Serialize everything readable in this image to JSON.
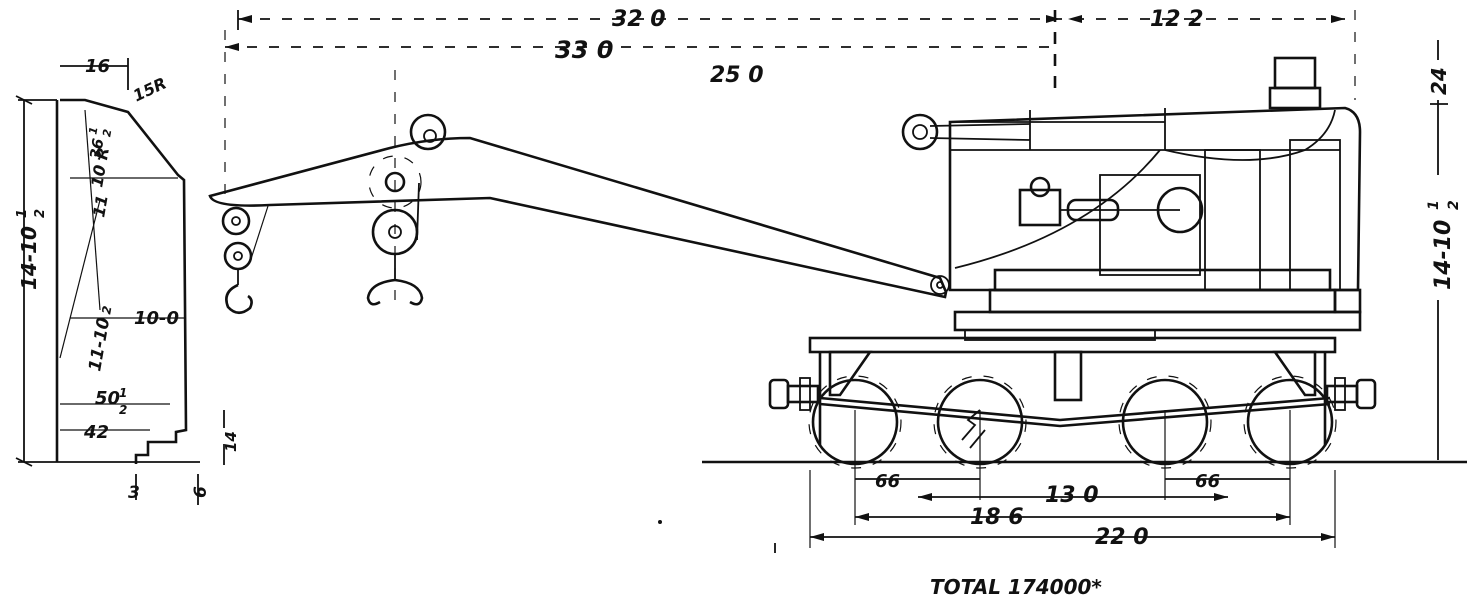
{
  "drawing": {
    "line_color": "#111111",
    "background": "#ffffff"
  },
  "dims": {
    "top_32_0": "32 0",
    "top_33_0": "33 0",
    "boom_25_0": "25 0",
    "top_12_2": "12 2",
    "right_24": "24",
    "right_14_10": "14-10",
    "right_14_10_frac": "1",
    "right_14_10_den": "2",
    "left_16": "16",
    "left_15r": "15R",
    "left_36": "36",
    "left_36_frac": "1",
    "left_36_den": "2",
    "left_10r": "10 R",
    "left_11": "11",
    "left_14_10": "14-10",
    "left_14_10_frac": "1",
    "left_14_10_den": "2",
    "left_11_10": "11-10",
    "left_11_10_frac": "2",
    "left_10_0": "10-0",
    "left_50": "50",
    "left_50_frac": "1",
    "left_50_den": "2",
    "left_42": "42",
    "left_14": "14",
    "left_3": "3",
    "left_6": "6",
    "bottom_66_left": "66",
    "bottom_66_right": "66",
    "bottom_13_0": "13 0",
    "bottom_18_6": "18 6",
    "bottom_22_0": "22 0",
    "total": "TOTAL 174000*"
  }
}
